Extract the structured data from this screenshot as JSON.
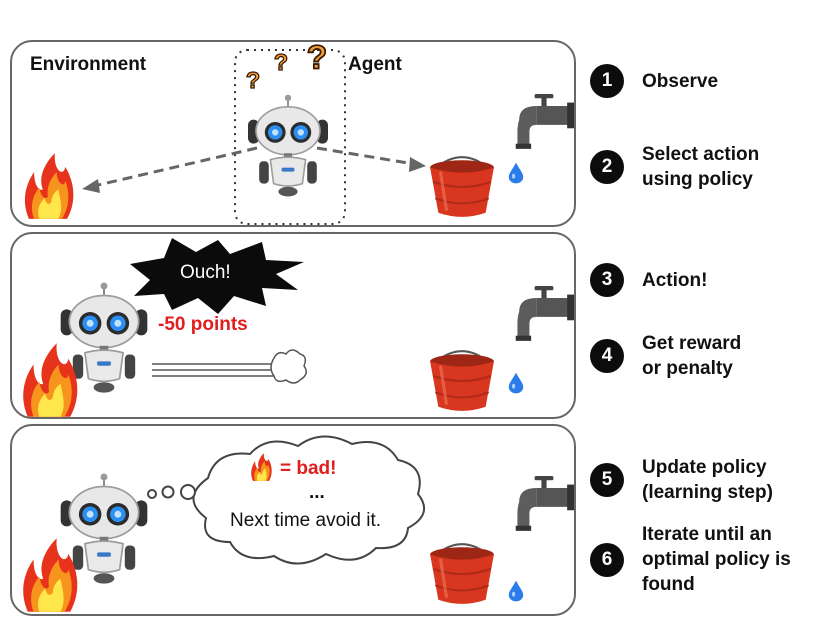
{
  "panel1": {
    "environment_label": "Environment",
    "agent_label": "Agent"
  },
  "panel2": {
    "ouch_text": "Ouch!",
    "points_text": "-50 points"
  },
  "panel3": {
    "bad_text": "= bad!",
    "ellipsis": "...",
    "thought_text": "Next time avoid it."
  },
  "steps": [
    {
      "number": "1",
      "label": "Observe"
    },
    {
      "number": "2",
      "label": "Select action\nusing policy"
    },
    {
      "number": "3",
      "label": "Action!"
    },
    {
      "number": "4",
      "label": "Get reward\nor penalty"
    },
    {
      "number": "5",
      "label": "Update policy\n(learning step)"
    },
    {
      "number": "6",
      "label": "Iterate until an\noptimal policy is\nfound"
    }
  ],
  "icons": [
    "fire-icon",
    "robot-icon",
    "bucket-icon",
    "faucet-icon",
    "water-drop-icon",
    "question-mark-icon"
  ],
  "colors": {
    "fire_outer": "#e8331c",
    "fire_mid": "#f7941d",
    "fire_inner": "#ffe64a",
    "bucket": "#d8361e",
    "eye": "#2a8ff0",
    "penalty_text": "#e21d1d"
  }
}
